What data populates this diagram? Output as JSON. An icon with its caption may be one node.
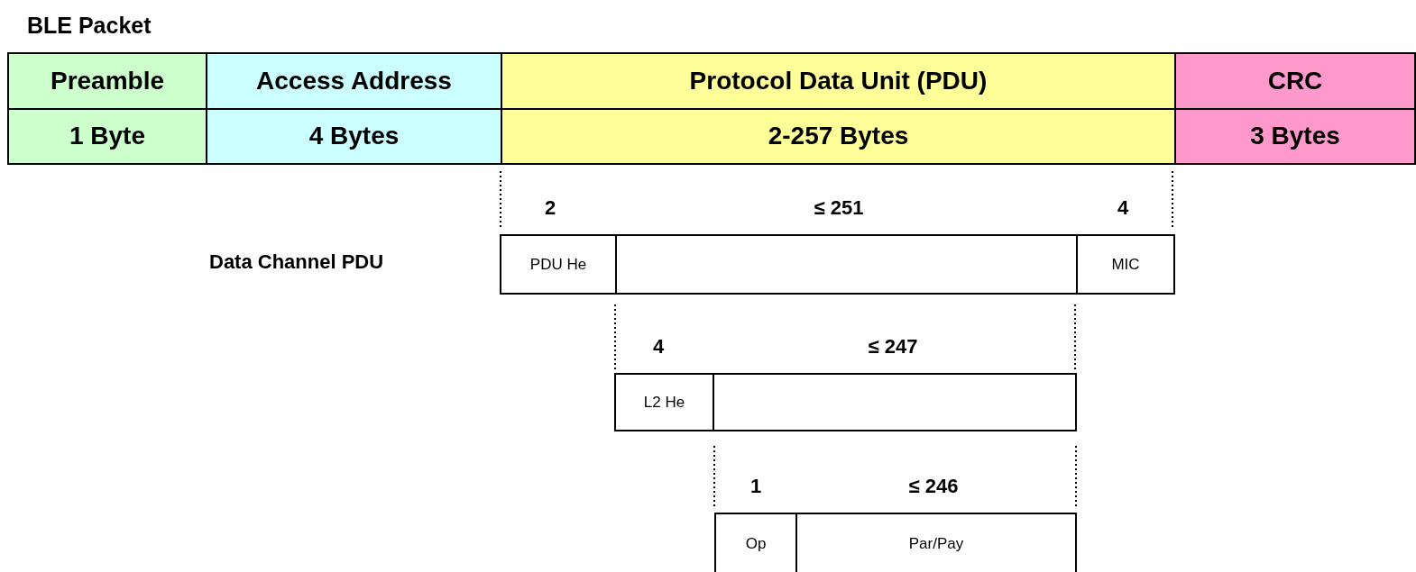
{
  "diagram": {
    "title": "BLE Packet",
    "nodes": [
      {
        "text": [
          "Preamble",
          "1 Byte"
        ]
      },
      {
        "text": [
          "Access Address",
          "4 Bytes"
        ]
      },
      {
        "text": [
          "Protocol Data Unit (PDU)",
          "2-257 Bytes"
        ]
      },
      {
        "text": [
          "CRC",
          "3 Bytes"
        ]
      },
      {
        "text": [
          "PDU He"
        ],
        "beside": [
          "2"
        ]
      },
      {
        "text": [],
        "shape": "box",
        "beside": [
          "≤ 251"
        ]
      },
      {
        "text": [
          "MIC"
        ],
        "beside": [
          "4"
        ]
      },
      {
        "text": [
          "L2 He"
        ],
        "beside": [
          "4"
        ]
      },
      {
        "text": [],
        "shape": "box",
        "beside": [
          "≤ 247"
        ]
      },
      {
        "text": [
          "Op"
        ],
        "beside": [
          "1"
        ]
      },
      {
        "text": [
          "Par/Pay"
        ],
        "beside": [
          "≤ 246"
        ]
      }
    ],
    "edges": [],
    "labels": [
      "Data Channel PDU"
    ]
  }
}
